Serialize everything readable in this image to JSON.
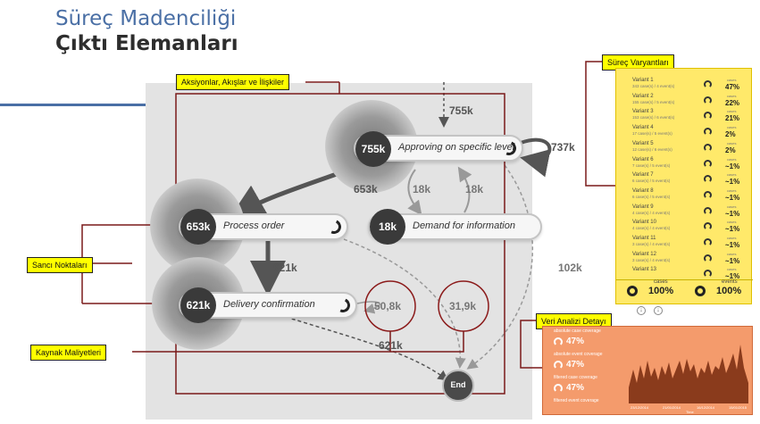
{
  "slide": {
    "title_line1": "Süreç Madenciliği",
    "title_line2": "Çıktı Elemanları"
  },
  "process_map": {
    "nodes": [
      {
        "count": "755k",
        "label": "Approving on specific level"
      },
      {
        "count": "653k",
        "label": "Process order"
      },
      {
        "count": "18k",
        "label": "Demand for information"
      },
      {
        "count": "621k",
        "label": "Delivery confirmation"
      },
      {
        "count": "",
        "label": "End"
      }
    ],
    "edge_labels": {
      "top_in": "755k",
      "self_loop": "737k",
      "approve_to_order": "653k",
      "approve_to_demand": "18k",
      "demand_to_approve": "18k",
      "order_to_delivery": "621k",
      "approve_to_end": "102k",
      "delivery_to_end": "621k"
    },
    "bubble_values": [
      "50,8k",
      "31,9k"
    ]
  },
  "callouts": {
    "actions": "Aksiyonlar, Akışlar ve İlişkiler",
    "variants": "Süreç Varyantları",
    "bottlenecks": "Sancı Noktaları",
    "resource_costs": "Kaynak Maliyetleri",
    "analysis": "Veri Analizi Detayı"
  },
  "variants": {
    "rows": [
      {
        "name": "Variant 1",
        "sub": "343 case(s) / 4 event(s)",
        "pct": "47%"
      },
      {
        "name": "Variant 2",
        "sub": "155 case(s) / 5 event(s)",
        "pct": "22%"
      },
      {
        "name": "Variant 3",
        "sub": "153 case(s) / 6 event(s)",
        "pct": "21%"
      },
      {
        "name": "Variant 4",
        "sub": "17 case(s) / 5 event(s)",
        "pct": "2%"
      },
      {
        "name": "Variant 5",
        "sub": "12 case(s) / 6 event(s)",
        "pct": "2%"
      },
      {
        "name": "Variant 6",
        "sub": "7 case(s) / 5 event(s)",
        "pct": "~1%"
      },
      {
        "name": "Variant 7",
        "sub": "6 case(s) / 5 event(s)",
        "pct": "~1%"
      },
      {
        "name": "Variant 8",
        "sub": "6 case(s) / 5 event(s)",
        "pct": "~1%"
      },
      {
        "name": "Variant 9",
        "sub": "4 case(s) / 4 event(s)",
        "pct": "~1%"
      },
      {
        "name": "Variant 10",
        "sub": "4 case(s) / 4 event(s)",
        "pct": "~1%"
      },
      {
        "name": "Variant 11",
        "sub": "3 case(s) / 4 event(s)",
        "pct": "~1%"
      },
      {
        "name": "Variant 12",
        "sub": "3 case(s) / 4 event(s)",
        "pct": "~1%"
      },
      {
        "name": "Variant 13",
        "sub": "",
        "pct": "~1%"
      }
    ],
    "col_label": "cases",
    "footer_cases_label": "cases",
    "footer_cases_value": "100%",
    "footer_events_label": "events",
    "footer_events_value": "100%"
  },
  "analysis": {
    "metrics": [
      {
        "label": "absolute case coverage",
        "value": "47%"
      },
      {
        "label": "absolute event coverage",
        "value": "47%"
      },
      {
        "label": "filtered case coverage",
        "value": "47%"
      },
      {
        "label": "filtered event coverage",
        "value": ""
      }
    ],
    "x_ticks": [
      "23/12/2014",
      "21/01/2014",
      "16/12/2014",
      "15/01/2015"
    ],
    "x_label": "Time"
  }
}
